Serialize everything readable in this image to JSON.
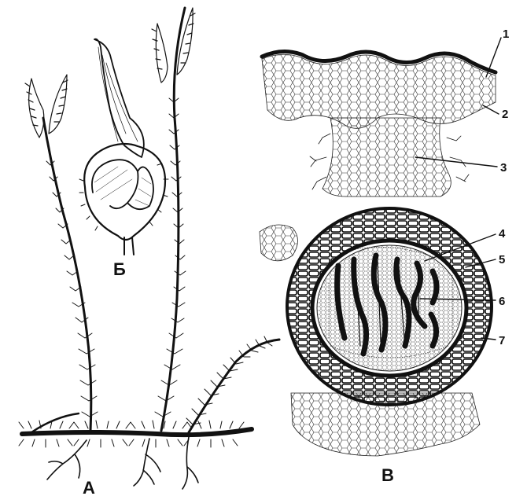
{
  "panels": {
    "a": "А",
    "b": "Б",
    "v": "В"
  },
  "callouts": [
    "1",
    "2",
    "3",
    "4",
    "5",
    "6",
    "7"
  ],
  "colors": {
    "ink": "#111111",
    "paper": "#ffffff"
  }
}
